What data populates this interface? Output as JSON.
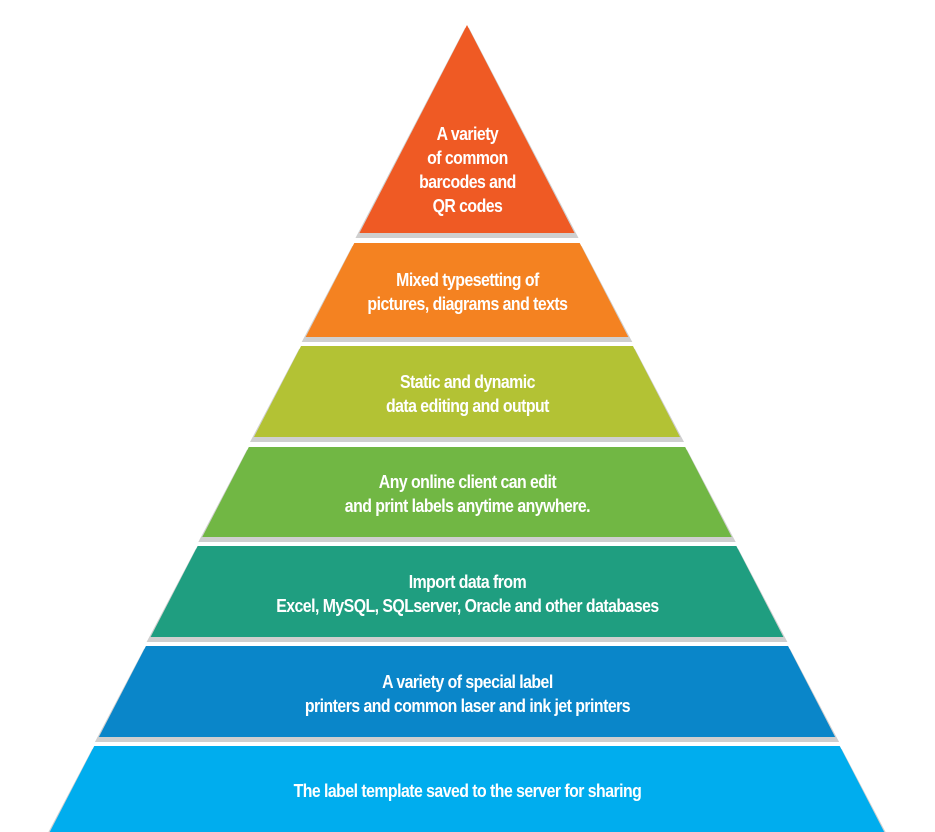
{
  "layers": [
    {
      "lines": [
        "A variety",
        "of common",
        "barcodes and",
        "QR codes"
      ],
      "color": "#ef5a24"
    },
    {
      "lines": [
        "Mixed typesetting of",
        "pictures, diagrams and texts"
      ],
      "color": "#f48221"
    },
    {
      "lines": [
        "Static and dynamic",
        "data editing and output"
      ],
      "color": "#b3c234"
    },
    {
      "lines": [
        "Any online client can edit",
        "and print labels anytime anywhere."
      ],
      "color": "#71b744"
    },
    {
      "lines": [
        "Import data from",
        "Excel, MySQL, SQLserver, Oracle and other databases"
      ],
      "color": "#1f9e80"
    },
    {
      "lines": [
        "A variety of special label",
        "printers and common laser and ink jet printers"
      ],
      "color": "#0a86c9"
    },
    {
      "lines": [
        "The label template saved to the server for sharing"
      ],
      "color": "#00adee"
    }
  ]
}
